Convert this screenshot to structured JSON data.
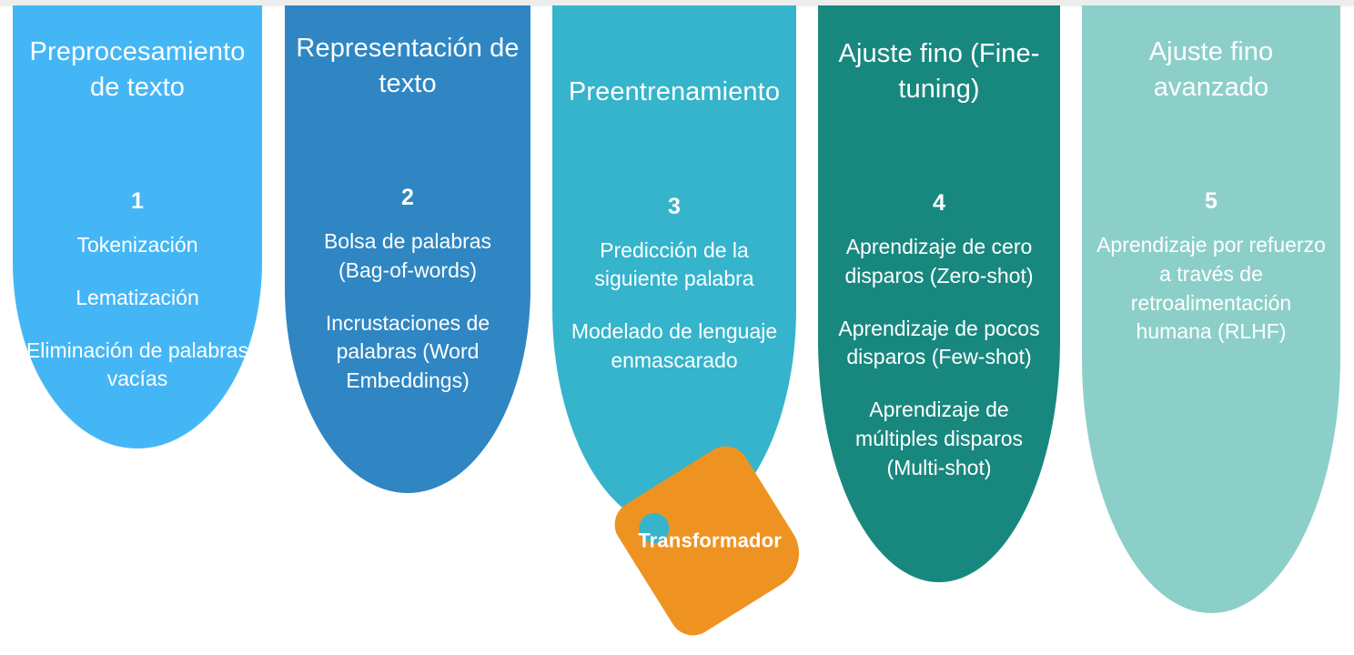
{
  "diagram": {
    "title_implicit": "",
    "background_color": "#ffffff",
    "stages": [
      {
        "id": "preprocesamiento-de-texto",
        "title": "Preprocesamiento de texto",
        "number": "1",
        "color": "#45b6f5",
        "items": [
          "Tokenización",
          "Lematización",
          "Eliminación de palabras vacías"
        ]
      },
      {
        "id": "representacion-de-texto",
        "title": "Representación de texto",
        "number": "2",
        "color": "#2f86c3",
        "items": [
          "Bolsa de palabras (Bag-of-words)",
          "Incrustaciones de palabras (Word Embeddings)"
        ]
      },
      {
        "id": "preentrenamiento",
        "title": "Preentrenamiento",
        "number": "3",
        "color": "#35b4cc",
        "items": [
          "Predicción de la siguiente palabra",
          "Modelado de lenguaje enmascarado"
        ]
      },
      {
        "id": "ajuste-fino-fine-tuning",
        "title": "Ajuste fino (Fine-tuning)",
        "number": "4",
        "color": "#18887f",
        "items": [
          "Aprendizaje de cero disparos (Zero-shot)",
          "Aprendizaje de pocos disparos (Few-shot)",
          "Aprendizaje de múltiples disparos (Multi-shot)"
        ]
      },
      {
        "id": "ajuste-fino-avanzado",
        "title": "Ajuste fino avanzado",
        "number": "5",
        "color": "#8ccfc9",
        "items": [
          "Aprendizaje por refuerzo a través de retroalimentación humana (RLHF)"
        ]
      }
    ],
    "tag": {
      "label": "Transformador",
      "color": "#ee9322",
      "hole_color": "#35b4cc"
    }
  }
}
